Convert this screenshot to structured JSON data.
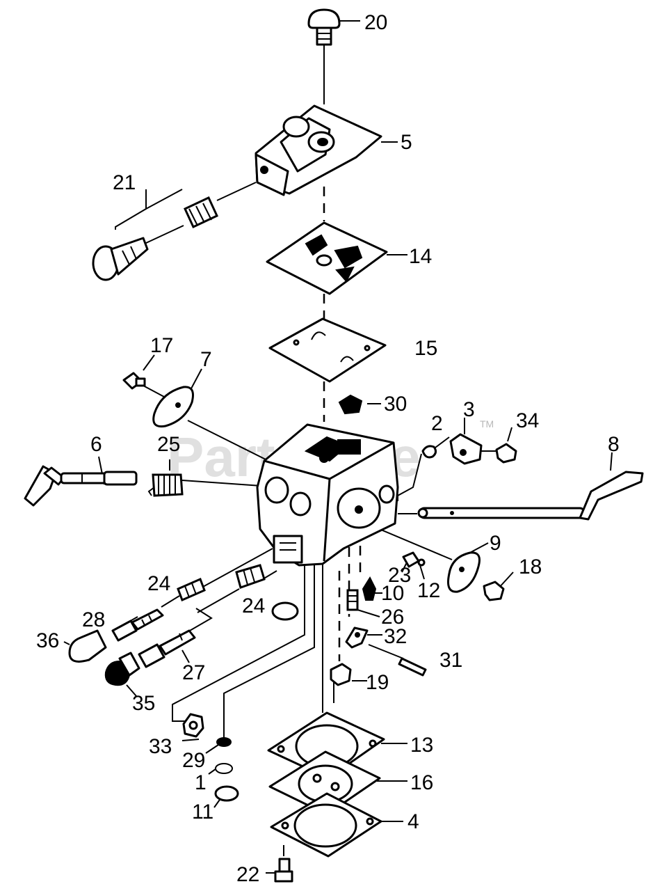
{
  "watermark": {
    "text": "PartsTree",
    "trademark": "TM"
  },
  "callouts": [
    {
      "id": "20",
      "text": "20"
    },
    {
      "id": "5",
      "text": "5"
    },
    {
      "id": "21",
      "text": "21"
    },
    {
      "id": "14",
      "text": "14"
    },
    {
      "id": "15",
      "text": "15"
    },
    {
      "id": "17",
      "text": "17"
    },
    {
      "id": "7",
      "text": "7"
    },
    {
      "id": "30",
      "text": "30"
    },
    {
      "id": "3",
      "text": "3"
    },
    {
      "id": "34",
      "text": "34"
    },
    {
      "id": "2",
      "text": "2"
    },
    {
      "id": "8",
      "text": "8"
    },
    {
      "id": "6",
      "text": "6"
    },
    {
      "id": "25",
      "text": "25"
    },
    {
      "id": "9",
      "text": "9"
    },
    {
      "id": "18",
      "text": "18"
    },
    {
      "id": "23",
      "text": "23"
    },
    {
      "id": "12",
      "text": "12"
    },
    {
      "id": "10",
      "text": "10"
    },
    {
      "id": "24a",
      "text": "24"
    },
    {
      "id": "24b",
      "text": "24"
    },
    {
      "id": "26",
      "text": "26"
    },
    {
      "id": "28",
      "text": "28"
    },
    {
      "id": "32",
      "text": "32"
    },
    {
      "id": "36",
      "text": "36"
    },
    {
      "id": "31",
      "text": "31"
    },
    {
      "id": "27",
      "text": "27"
    },
    {
      "id": "19",
      "text": "19"
    },
    {
      "id": "35",
      "text": "35"
    },
    {
      "id": "13",
      "text": "13"
    },
    {
      "id": "33",
      "text": "33"
    },
    {
      "id": "29",
      "text": "29"
    },
    {
      "id": "16",
      "text": "16"
    },
    {
      "id": "1",
      "text": "1"
    },
    {
      "id": "11",
      "text": "11"
    },
    {
      "id": "4",
      "text": "4"
    },
    {
      "id": "22",
      "text": "22"
    }
  ]
}
